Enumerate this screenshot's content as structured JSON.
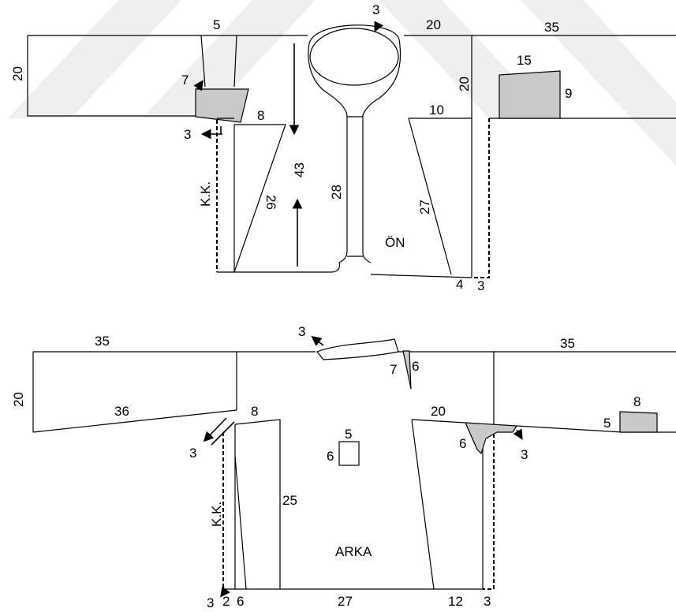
{
  "front": {
    "top_labels": [
      "5",
      "3",
      "20",
      "35"
    ],
    "left_height": "20",
    "right_height": "20",
    "pocket_left_label": "7",
    "pocket_right_width": "15",
    "pocket_right_height": "9",
    "dart_top": "8",
    "dart_top_right": "10",
    "arrow_left": "3",
    "side_label": "K.K.",
    "length_center": "43",
    "dart_len_left": "26",
    "placket_len": "28",
    "dart_len_right": "27",
    "piece_name": "ÖN",
    "bottom_4": "4",
    "bottom_3": "3"
  },
  "back": {
    "top_left": "35",
    "top_right": "35",
    "collar_arrow": "3",
    "left_height": "20",
    "sleeve_slope": "36",
    "dart_top": "8",
    "arrow_left": "3",
    "neck_dart_len": "7",
    "neck_dart_width": "6",
    "pocket_w": "5",
    "pocket_h": "6",
    "shoulder_right": "20",
    "gusset": "6",
    "arrow_right": "3",
    "pocket_right_w": "8",
    "pocket_right_h": "5",
    "side_label": "K.K.",
    "dart_len": "25",
    "piece_name": "ARKA",
    "bottom": [
      "3",
      "2",
      "6",
      "27",
      "12",
      "3"
    ]
  },
  "colors": {
    "line": "#000000",
    "fill_grey": "#c9c9c9",
    "watermark": "#e2e2e2"
  }
}
